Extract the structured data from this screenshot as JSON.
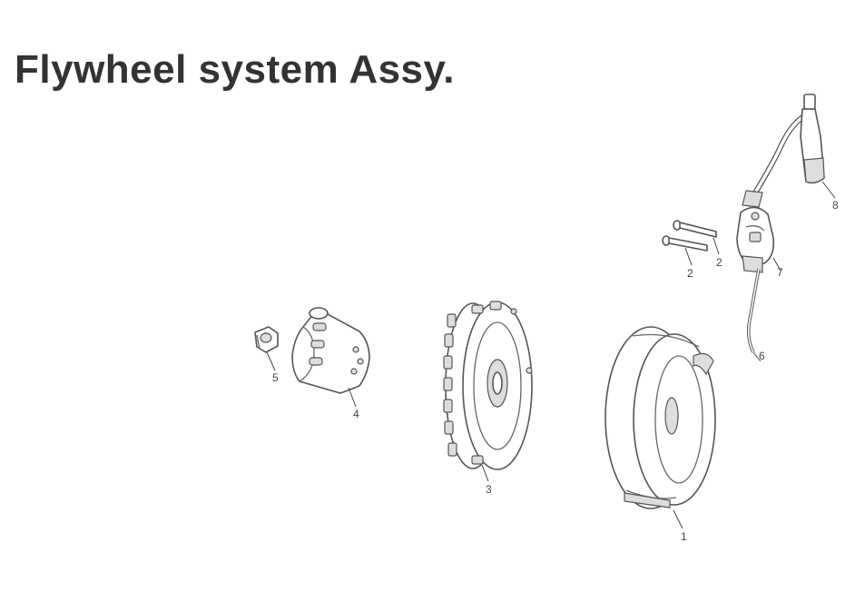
{
  "title": "Flywheel system Assy.",
  "callouts": {
    "flywheel_cover": "1",
    "bolt_upper": "2",
    "bolt_lower": "2",
    "flywheel": "3",
    "hub": "4",
    "nut": "5",
    "wire": "6",
    "ignition_coil": "7",
    "spark_plug_cap": "8"
  }
}
